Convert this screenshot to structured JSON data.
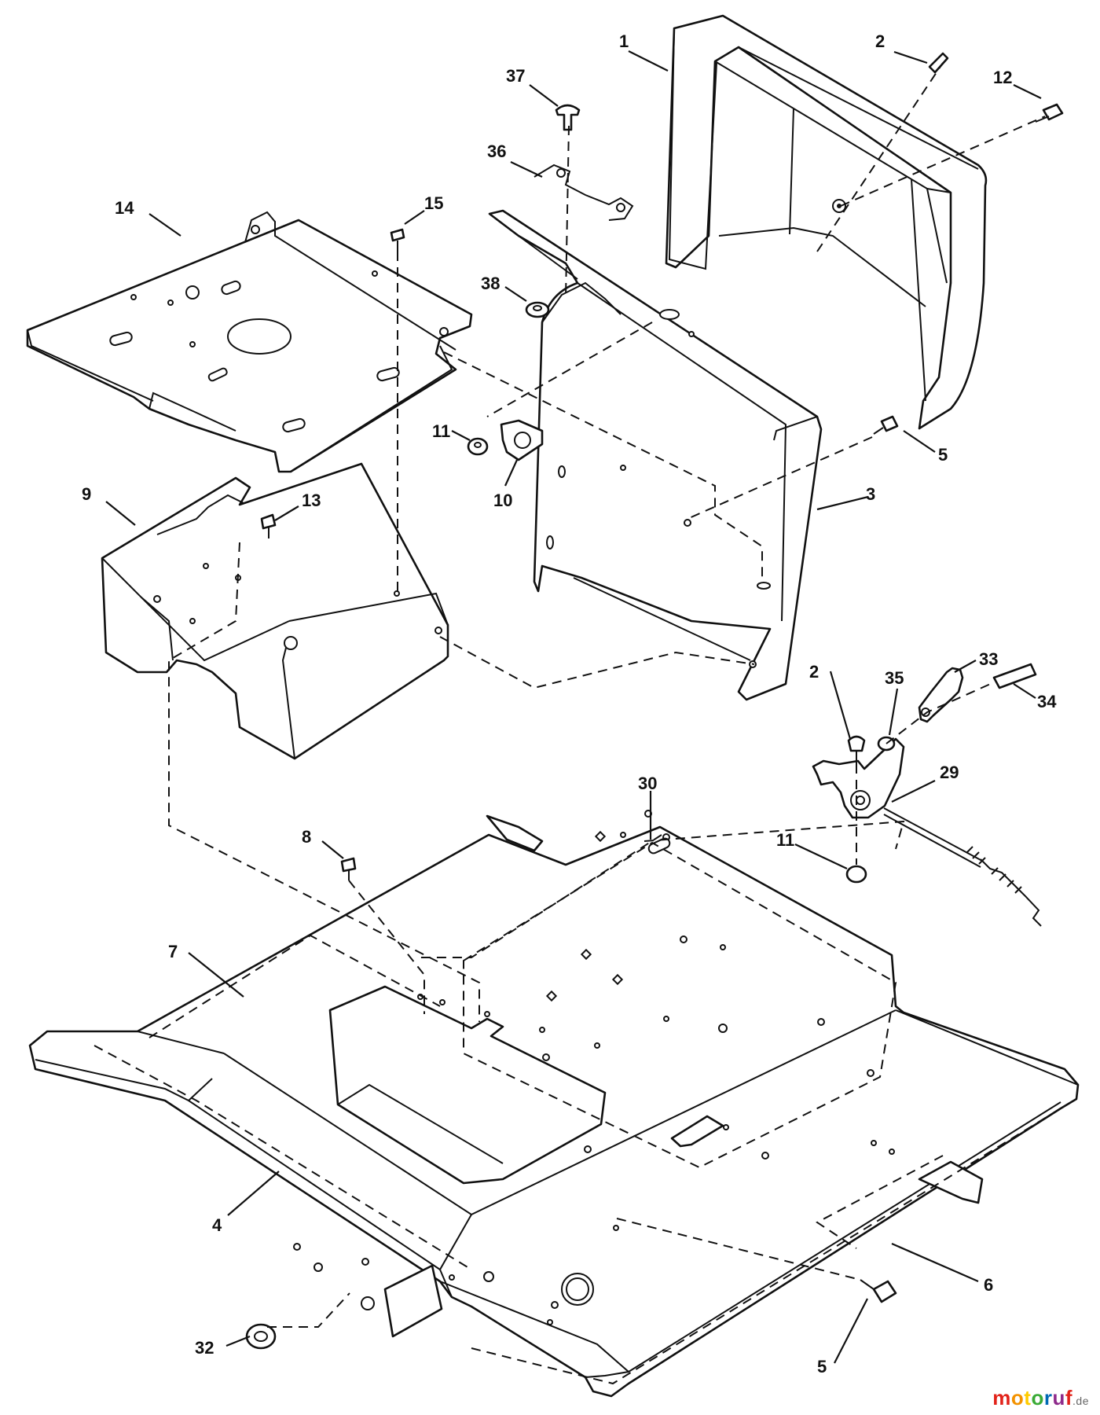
{
  "callouts": [
    {
      "id": "c1",
      "label": "1"
    },
    {
      "id": "c2a",
      "label": "2"
    },
    {
      "id": "c12",
      "label": "12"
    },
    {
      "id": "c37",
      "label": "37"
    },
    {
      "id": "c36",
      "label": "36"
    },
    {
      "id": "c14",
      "label": "14"
    },
    {
      "id": "c15",
      "label": "15"
    },
    {
      "id": "c38",
      "label": "38"
    },
    {
      "id": "c11a",
      "label": "11"
    },
    {
      "id": "c10",
      "label": "10"
    },
    {
      "id": "c5a",
      "label": "5"
    },
    {
      "id": "c3",
      "label": "3"
    },
    {
      "id": "c9",
      "label": "9"
    },
    {
      "id": "c13",
      "label": "13"
    },
    {
      "id": "c2b",
      "label": "2"
    },
    {
      "id": "c35",
      "label": "35"
    },
    {
      "id": "c33",
      "label": "33"
    },
    {
      "id": "c34",
      "label": "34"
    },
    {
      "id": "c29",
      "label": "29"
    },
    {
      "id": "c30",
      "label": "30"
    },
    {
      "id": "c8",
      "label": "8"
    },
    {
      "id": "c11b",
      "label": "11"
    },
    {
      "id": "c7",
      "label": "7"
    },
    {
      "id": "c4",
      "label": "4"
    },
    {
      "id": "c6",
      "label": "6"
    },
    {
      "id": "c32",
      "label": "32"
    },
    {
      "id": "c5b",
      "label": "5"
    }
  ],
  "watermark": {
    "brand": "motoruf",
    "domain": ".de",
    "colors": [
      "#e2231a",
      "#f39200",
      "#ffcc00",
      "#3aaa35",
      "#0069b4",
      "#8e2a8b",
      "#e2231a"
    ]
  }
}
